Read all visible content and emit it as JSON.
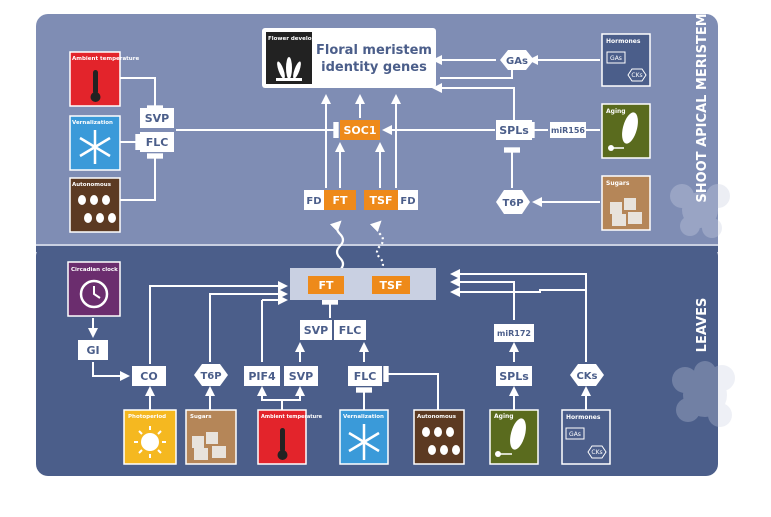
{
  "regions": {
    "top": "SHOOT APICAL MERISTEM",
    "bottom": "LEAVES"
  },
  "target": {
    "icon_label": "Flower development",
    "title_line1": "Floral meristem",
    "title_line2": "identity genes"
  },
  "sam": {
    "svp": "SVP",
    "flc": "FLC",
    "soc1": "SOC1",
    "gas": "GAs",
    "spls": "SPLs",
    "mir156": "miR156",
    "t6p": "T6P",
    "fd1": "FD",
    "ft": "FT",
    "tsf": "TSF",
    "fd2": "FD",
    "cards": {
      "ambient": "Ambient temperature",
      "vernalization": "Vernalization",
      "autonomous": "Autonomous",
      "hormones": "Hormones",
      "hormones_gas": "GAs",
      "hormones_cks": "CKs",
      "aging": "Aging",
      "sugars": "Sugars"
    }
  },
  "leaves": {
    "ft": "FT",
    "tsf": "TSF",
    "svp": "SVP",
    "flc": "FLC",
    "gi": "GI",
    "co": "CO",
    "t6p": "T6P",
    "pif4": "PIF4",
    "svp2": "SVP",
    "flc2": "FLC",
    "mir172": "miR172",
    "spls": "SPLs",
    "cks": "CKs",
    "cards": {
      "circadian": "Circadian clock",
      "photoperiod": "Photoperiod",
      "sugars": "Sugars",
      "ambient": "Ambient temperature",
      "vernalization": "Vernalization",
      "autonomous": "Autonomous",
      "aging": "Aging",
      "hormones": "Hormones",
      "hormones_gas": "GAs",
      "hormones_cks": "CKs"
    }
  },
  "colors": {
    "sam_bg": "#7f8db4",
    "leaves_bg": "#4b5e8a",
    "orange": "#ee8a1a",
    "red": "#e3242b",
    "blue": "#3a9ad9",
    "brown": "#5c3a22",
    "olive": "#5a6b1e",
    "tan": "#b58658",
    "purple": "#6b2d6e",
    "yellow": "#f5b820"
  }
}
